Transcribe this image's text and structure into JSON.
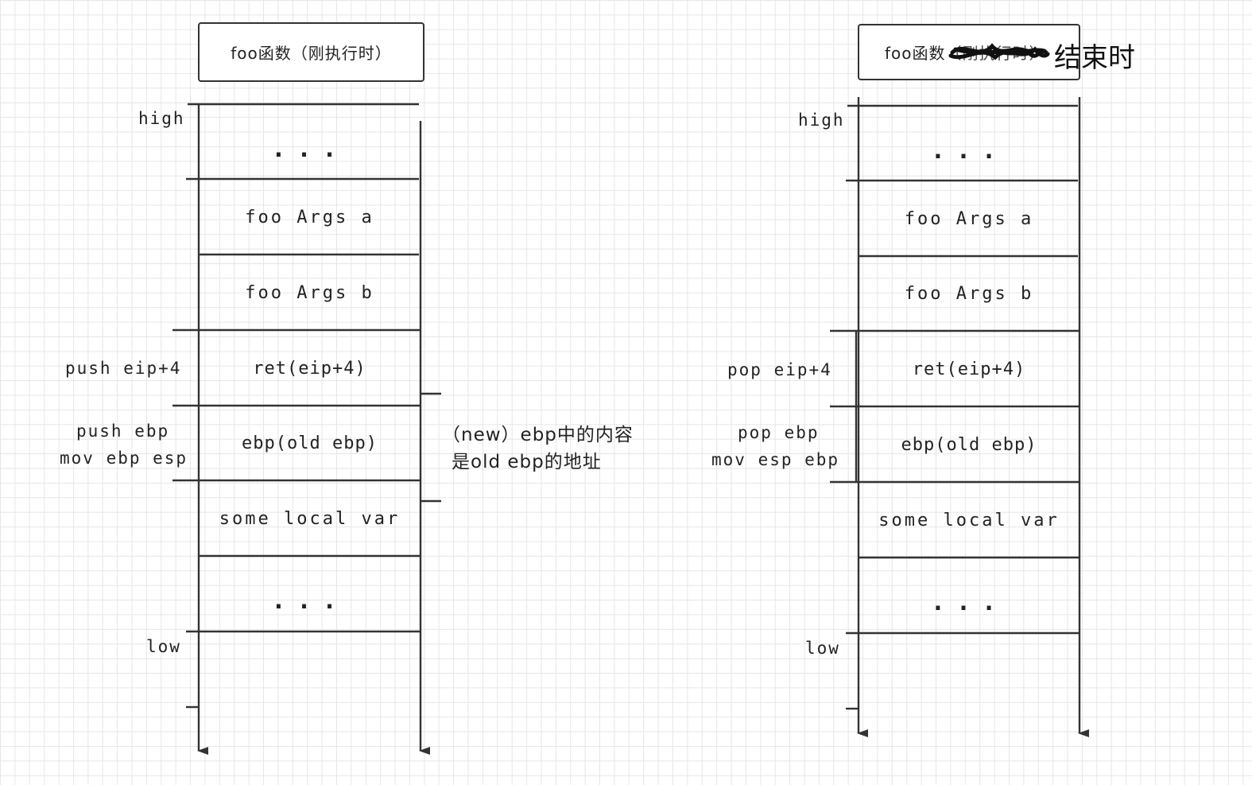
{
  "left": {
    "title": "foo函数（刚执行时）",
    "high": "high",
    "low": "low",
    "cells": [
      "...",
      "foo Args a",
      "foo Args b",
      "ret(eip+4)",
      "ebp(old ebp)",
      "some local var",
      "..."
    ],
    "side_push_eip": "push eip+4",
    "side_push_ebp": "push ebp",
    "side_mov": "mov ebp esp",
    "note_line1": "（new）ebp中的内容",
    "note_line2": "是old ebp的地址"
  },
  "right": {
    "title_prefix": "foo函数",
    "title_struck": "（刚执行时）",
    "title_replacement": "结束时",
    "high": "high",
    "low": "low",
    "cells": [
      "...",
      "foo Args a",
      "foo Args b",
      "ret(eip+4)",
      "ebp(old ebp)",
      "some local var",
      "..."
    ],
    "side_pop_eip": "pop eip+4",
    "side_pop_ebp": "pop ebp",
    "side_mov": "mov esp ebp"
  }
}
